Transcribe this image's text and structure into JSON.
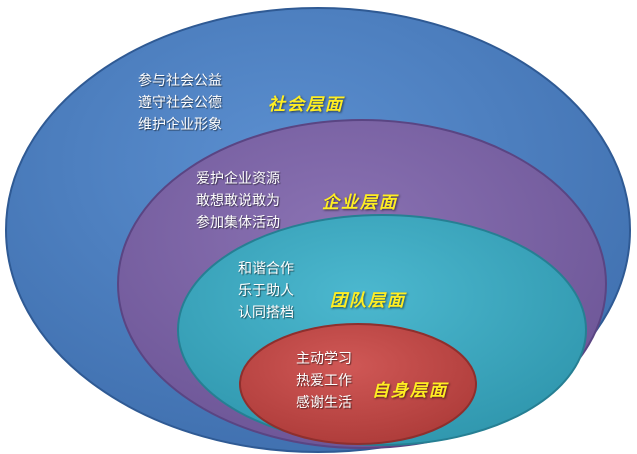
{
  "layers": [
    {
      "key": "society",
      "label": "社会层面",
      "items": [
        "参与社会公益",
        "遵守社会公德",
        "维护企业形象"
      ],
      "color": "#4a7ebf"
    },
    {
      "key": "enterprise",
      "label": "企业层面",
      "items": [
        "爱护企业资源",
        "敢想敢说敢为",
        "参加集体活动"
      ],
      "color": "#7a63a3"
    },
    {
      "key": "team",
      "label": "团队层面",
      "items": [
        "和谐合作",
        "乐于助人",
        "认同搭档"
      ],
      "color": "#3fa8c0"
    },
    {
      "key": "self",
      "label": "自身层面",
      "items": [
        "主动学习",
        "热爱工作",
        "感谢生活"
      ],
      "color": "#c24a48"
    }
  ],
  "label_color": "#ffee22"
}
